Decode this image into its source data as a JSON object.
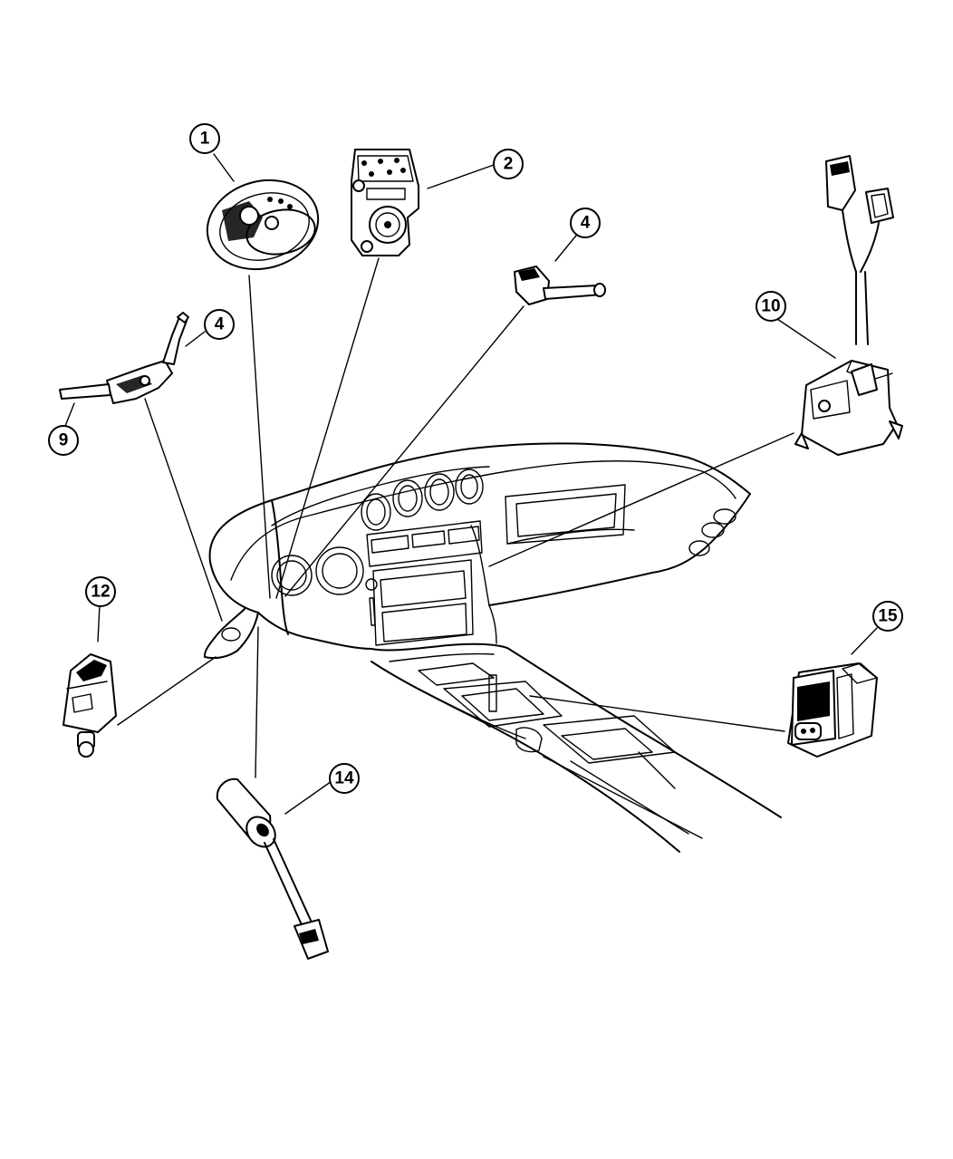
{
  "callouts": [
    {
      "id": "c1",
      "number": "1"
    },
    {
      "id": "c2",
      "number": "2"
    },
    {
      "id": "c4a",
      "number": "4"
    },
    {
      "id": "c4b",
      "number": "4"
    },
    {
      "id": "c9",
      "number": "9"
    },
    {
      "id": "c10",
      "number": "10"
    },
    {
      "id": "c12",
      "number": "12"
    },
    {
      "id": "c14",
      "number": "14"
    },
    {
      "id": "c15",
      "number": "15"
    }
  ]
}
